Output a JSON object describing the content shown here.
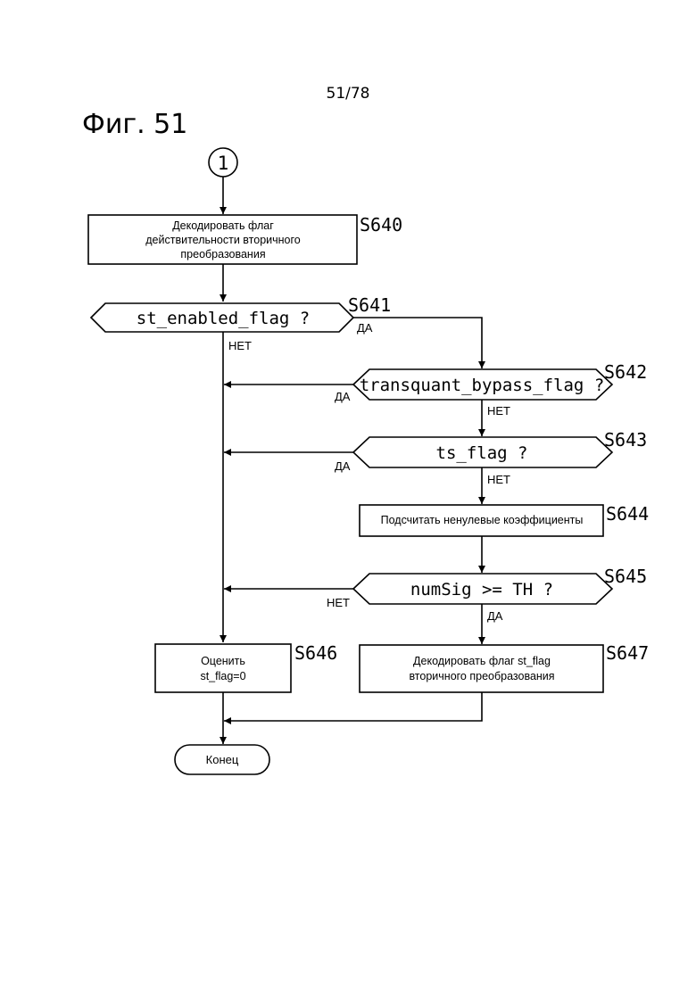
{
  "page_number": "51/78",
  "figure_title": "Фиг. 51",
  "connector": {
    "label": "1"
  },
  "steps": {
    "s640": {
      "id": "S640",
      "line1": "Декодировать флаг",
      "line2": "действительности вторичного",
      "line3": "преобразования"
    },
    "s641": {
      "id": "S641",
      "text": "st_enabled_flag ?",
      "yes": "ДА",
      "no": "НЕТ"
    },
    "s642": {
      "id": "S642",
      "text": "transquant_bypass_flag ?",
      "yes": "ДА",
      "no": "НЕТ"
    },
    "s643": {
      "id": "S643",
      "text": "ts_flag ?",
      "yes": "ДА",
      "no": "НЕТ"
    },
    "s644": {
      "id": "S644",
      "text": "Подсчитать ненулевые коэффициенты"
    },
    "s645": {
      "id": "S645",
      "text": "numSig >= TH ?",
      "yes": "ДА",
      "no": "НЕТ"
    },
    "s646": {
      "id": "S646",
      "line1": "Оценить",
      "line2": "st_flag=0"
    },
    "s647": {
      "id": "S647",
      "line1": "Декодировать флаг st_flag",
      "line2": "вторичного преобразования"
    }
  },
  "terminator": {
    "label": "Конец"
  }
}
